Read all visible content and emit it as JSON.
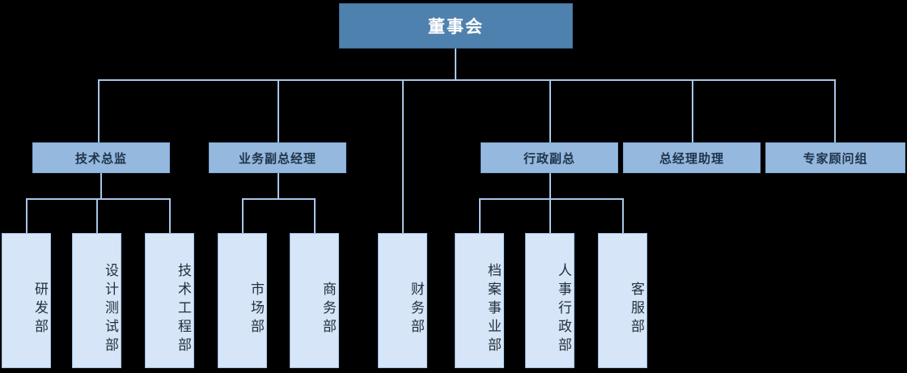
{
  "chart": {
    "type": "org-chart",
    "title": "",
    "levels": 3,
    "colors": {
      "root_fill": "#4F81AE",
      "root_border": "#3F6E99",
      "root_text": "#FFFFFF",
      "level2_fill": "#95B8DF",
      "level2_border": "#7FA8D4",
      "level2_text": "#1F3349",
      "level3_fill": "#D6E5F7",
      "level3_border": "#9DBFE2",
      "level3_text": "#24303D",
      "connector": "#A8C6E8",
      "background": "#000000"
    },
    "root": {
      "label": "董事会"
    },
    "level2": [
      {
        "label": "技术总监"
      },
      {
        "label": "业务副总经理"
      },
      {
        "label": "行政副总"
      },
      {
        "label": "总经理助理"
      },
      {
        "label": "专家顾问组"
      }
    ],
    "level3": [
      {
        "label": "研发部",
        "parent": "技术总监"
      },
      {
        "label": "设计测试部",
        "parent": "技术总监"
      },
      {
        "label": "技术工程部",
        "parent": "技术总监"
      },
      {
        "label": "市场部",
        "parent": "业务副总经理"
      },
      {
        "label": "商务部",
        "parent": "业务副总经理"
      },
      {
        "label": "财务部",
        "parent": "董事会"
      },
      {
        "label": "档案事业部",
        "parent": "行政副总"
      },
      {
        "label": "人事行政部",
        "parent": "行政副总"
      },
      {
        "label": "客服部",
        "parent": "行政副总"
      }
    ]
  }
}
